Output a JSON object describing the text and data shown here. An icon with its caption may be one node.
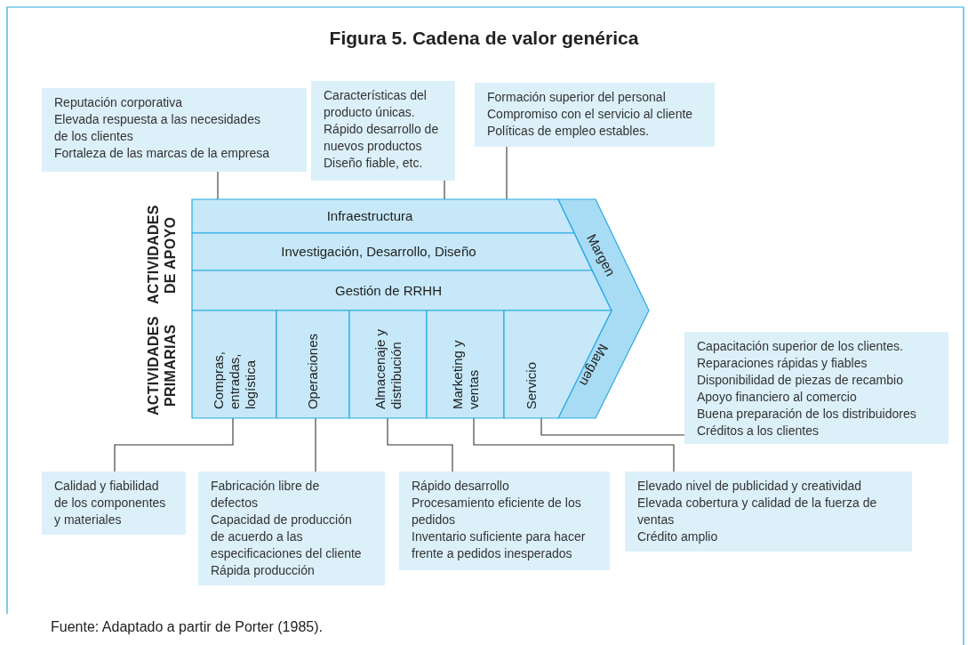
{
  "diagram": {
    "title": "Figura 5. Cadena de valor genérica",
    "caption": "Fuente: Adaptado a partir de Porter (1985).",
    "nodes": [
      {
        "text": [
          "Reputación corporativa",
          "Elevada respuesta a las necesidades de los clientes",
          "Fortaleza de las marcas de la empresa"
        ]
      },
      {
        "text": [
          "Características del producto únicas.",
          "Rápido desarrollo de nuevos productos",
          "Diseño fiable, etc."
        ]
      },
      {
        "text": [
          "Formación superior del personal",
          "Compromiso con el servicio al cliente",
          "Políticas de empleo estables."
        ]
      },
      {
        "text": [
          "Infraestructura"
        ]
      },
      {
        "text": [
          "Investigación, Desarrollo, Diseño"
        ]
      },
      {
        "text": [
          "Gestión de RRHH"
        ]
      },
      {
        "text": [
          "Margen",
          "Margen"
        ]
      },
      {
        "text": [
          "Compras, entradas, logística"
        ]
      },
      {
        "text": [
          "Operaciones"
        ]
      },
      {
        "text": [
          "Almacenaje y distribución"
        ]
      },
      {
        "text": [
          "Marketing y ventas"
        ]
      },
      {
        "text": [
          "Servicio"
        ]
      },
      {
        "text": [
          "Capacitación superior de los clientes.",
          "Reparaciones rápidas y fiables",
          "Disponibilidad de piezas de recambio",
          "Apoyo financiero al comercio",
          "Buena preparación de los distribuidores",
          "Créditos a los clientes"
        ]
      },
      {
        "text": [
          "Calidad y fiabilidad de los componentes y materiales"
        ]
      },
      {
        "text": [
          "Fabricación libre de defectos",
          "Capacidad de producción de acuerdo a las especificaciones del cliente",
          "Rápida producción"
        ]
      },
      {
        "text": [
          "Rápido desarrollo",
          "Procesamiento eficiente de los pedidos",
          "Inventario suficiente para hacer frente a pedidos inesperados"
        ]
      },
      {
        "text": [
          "Elevado nivel de publicidad y creatividad",
          "Elevada cobertura y calidad de la fuerza de ventas",
          "Crédito amplio"
        ]
      }
    ],
    "edges": [
      {
        "from": 0,
        "to": 3,
        "arrow": "none"
      },
      {
        "from": 1,
        "to": 4,
        "arrow": "none"
      },
      {
        "from": 2,
        "to": 5,
        "arrow": "none"
      },
      {
        "from": 13,
        "to": 7,
        "arrow": "none"
      },
      {
        "from": 14,
        "to": 8,
        "arrow": "none"
      },
      {
        "from": 15,
        "to": 9,
        "arrow": "none"
      },
      {
        "from": 16,
        "to": 10,
        "arrow": "none"
      },
      {
        "from": 12,
        "to": 11,
        "arrow": "none"
      }
    ],
    "labels": [
      "ACTIVIDADES DE APOYO",
      "ACTIVIDADES PRIMARIAS"
    ]
  }
}
